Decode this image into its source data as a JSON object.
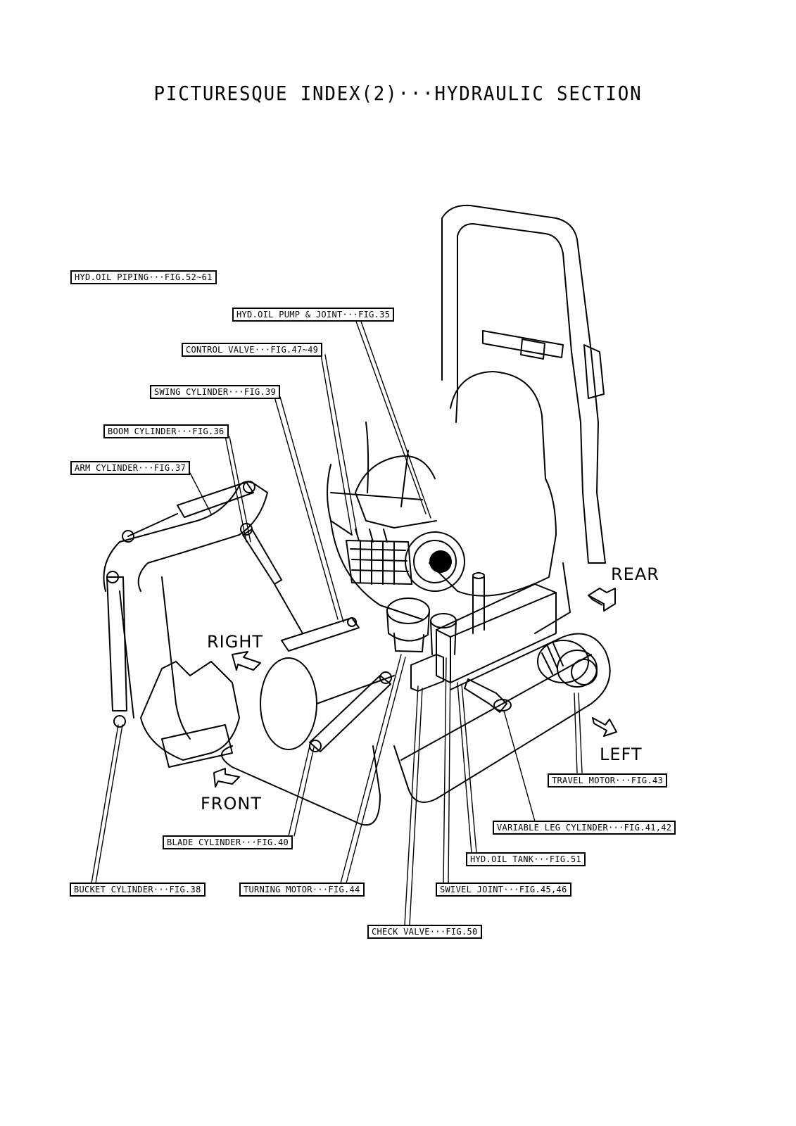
{
  "title": "PICTURESQUE INDEX(2)···HYDRAULIC SECTION",
  "callouts": {
    "hyd_oil_piping": "HYD.OIL PIPING···FIG.52~61",
    "hyd_oil_pump_joint": "HYD.OIL PUMP & JOINT···FIG.35",
    "control_valve": "CONTROL VALVE···FIG.47~49",
    "swing_cylinder": "SWING CYLINDER···FIG.39",
    "boom_cylinder": "BOOM CYLINDER···FIG.36",
    "arm_cylinder": "ARM CYLINDER···FIG.37",
    "travel_motor": "TRAVEL MOTOR···FIG.43",
    "variable_leg_cylinder": "VARIABLE LEG CYLINDER···FIG.41,42",
    "hyd_oil_tank": "HYD.OIL TANK···FIG.51",
    "blade_cylinder": "BLADE CYLINDER···FIG.40",
    "bucket_cylinder": "BUCKET CYLINDER···FIG.38",
    "turning_motor": "TURNING MOTOR···FIG.44",
    "swivel_joint": "SWIVEL JOINT···FIG.45,46",
    "check_valve": "CHECK VALVE···FIG.50"
  },
  "directions": {
    "rear": "REAR",
    "right": "RIGHT",
    "left": "LEFT",
    "front": "FRONT"
  }
}
